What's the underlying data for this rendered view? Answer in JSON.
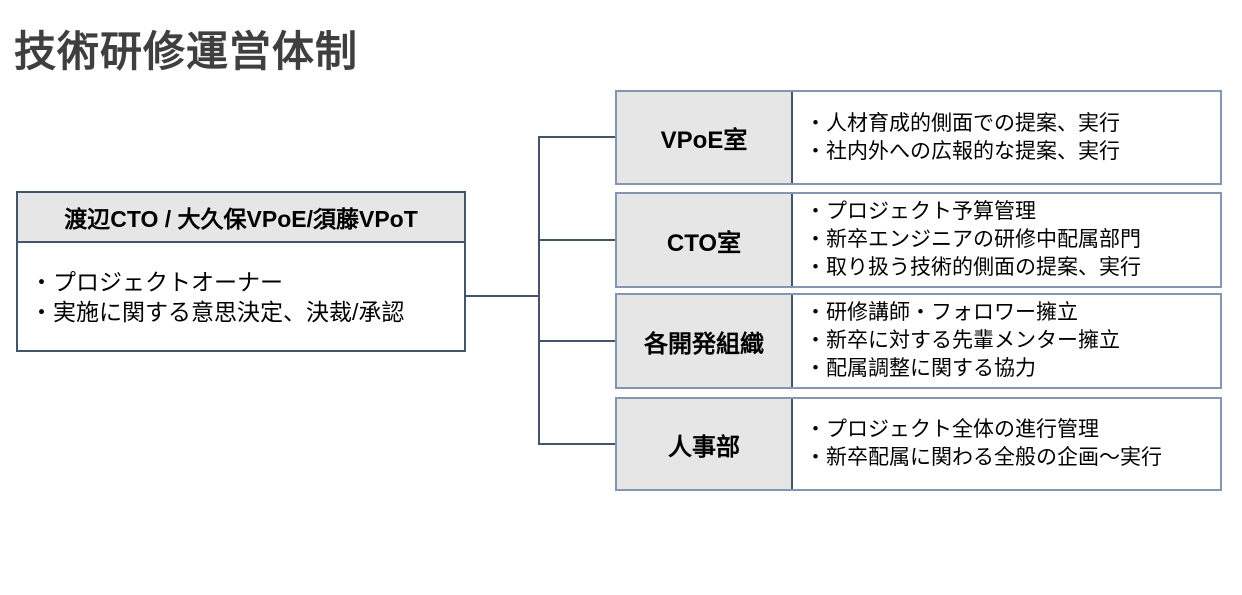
{
  "title": "技術研修運営体制",
  "colors": {
    "title_text": "#3f3f3f",
    "body_text": "#000000",
    "header_fill": "#e7e6e6",
    "owner_border": "#44546a",
    "org_border": "#8496b0",
    "connector": "#44546a",
    "background": "#ffffff"
  },
  "owner_box": {
    "header": "渡辺CTO / 大久保VPoE/須藤VPoT",
    "items": [
      "・プロジェクトオーナー",
      "・実施に関する意思決定、決裁/承認"
    ]
  },
  "org_boxes": [
    {
      "label": "VPoE室",
      "items": [
        "・人材育成的側面での提案、実行",
        "・社内外への広報的な提案、実行"
      ]
    },
    {
      "label": "CTO室",
      "items": [
        "・プロジェクト予算管理",
        "・新卒エンジニアの研修中配属部門",
        "・取り扱う技術的側面の提案、実行"
      ]
    },
    {
      "label": "各開発組織",
      "items": [
        "・研修講師・フォロワー擁立",
        "・新卒に対する先輩メンター擁立",
        "・配属調整に関する協力"
      ]
    },
    {
      "label": "人事部",
      "items": [
        "・プロジェクト全体の進行管理",
        "・新卒配属に関わる全般の企画〜実行"
      ]
    }
  ]
}
